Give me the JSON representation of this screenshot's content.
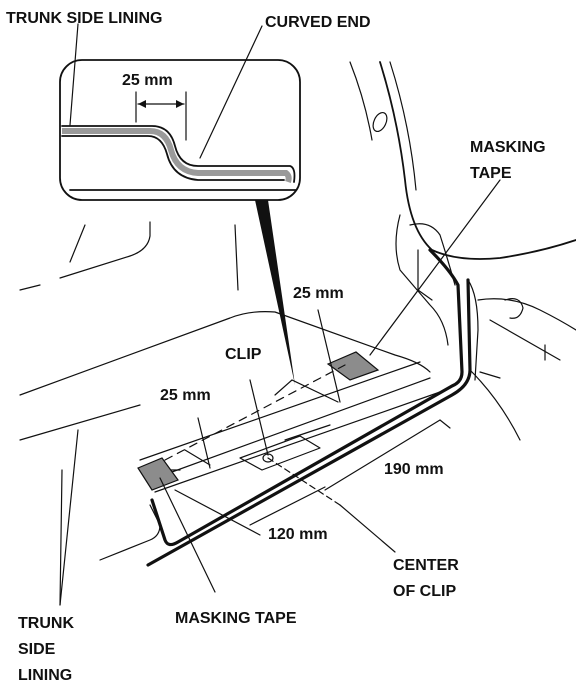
{
  "labels": {
    "trunk_side_lining_top": "TRUNK SIDE LINING",
    "curved_end": "CURVED END",
    "detail_dim": "25 mm",
    "masking_tape_right_1": "MASKING",
    "masking_tape_right_2": "TAPE",
    "dim_upper": "25 mm",
    "clip": "CLIP",
    "dim_left": "25 mm",
    "dim_190": "190 mm",
    "dim_120": "120 mm",
    "center_of_clip_1": "CENTER",
    "center_of_clip_2": "OF CLIP",
    "masking_tape_bottom": "MASKING TAPE",
    "trunk_side_lining_bottom_1": "TRUNK",
    "trunk_side_lining_bottom_2": "SIDE",
    "trunk_side_lining_bottom_3": "LINING"
  }
}
